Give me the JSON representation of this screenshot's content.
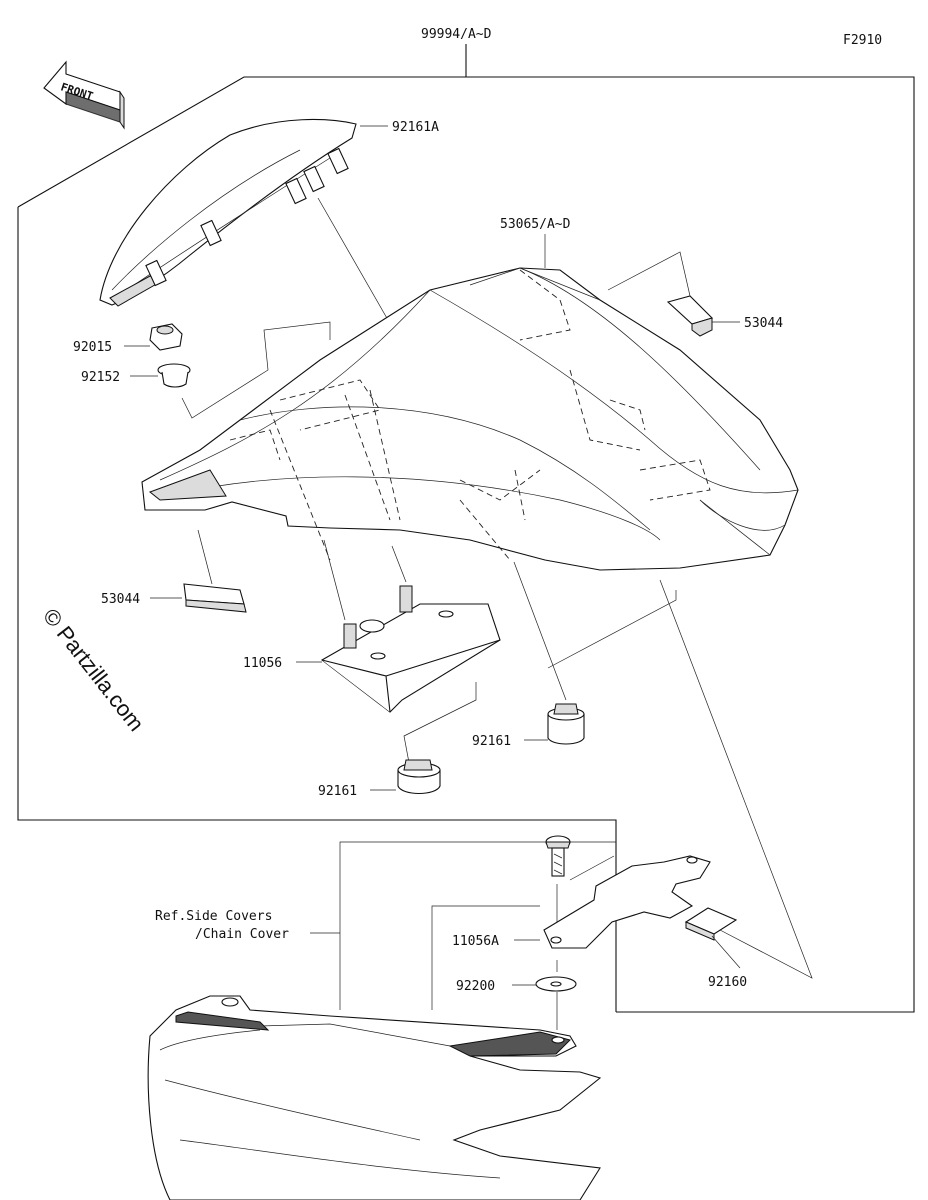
{
  "diagram_code": "F2910",
  "watermark": "© Partzilla.com",
  "front_label": "FRONT",
  "ref_note": [
    "Ref.Side Covers",
    "/Chain Cover"
  ],
  "callouts": {
    "assembly": "99994/A~D",
    "seat_cover_rubber": "92161A",
    "cover": "53065/A~D",
    "clip_right": "53044",
    "nut": "92015",
    "collar": "92152",
    "clip_left": "53044",
    "bracket": "11056",
    "damper_right": "92161",
    "damper_left": "92161",
    "bolt_bracket": "11056A",
    "washer": "92200",
    "pad": "92160"
  }
}
